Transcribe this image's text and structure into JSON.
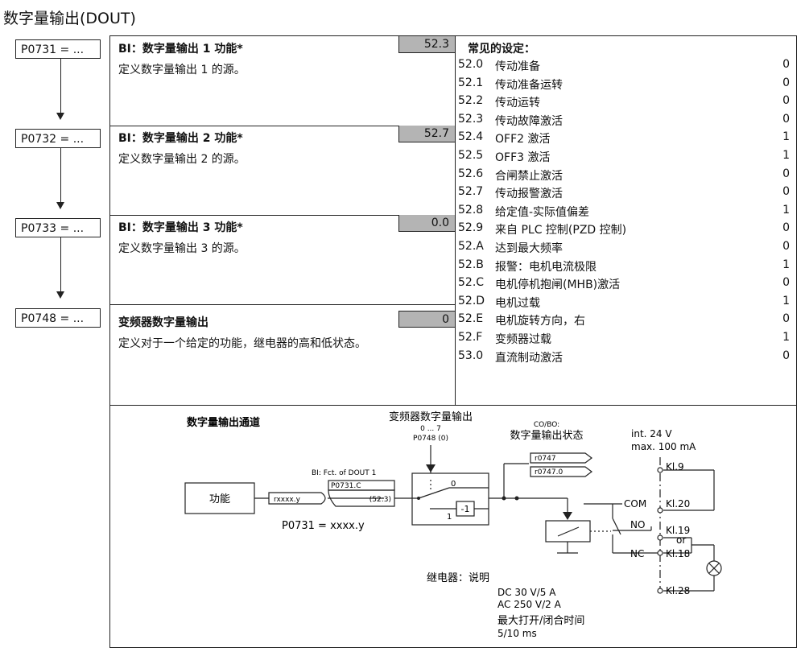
{
  "title": "数字量输出(DOUT)",
  "params": [
    {
      "code": "P0731 = ...",
      "heading": "BI：数字量输出 1 功能*",
      "value": "52.3",
      "desc": "定义数字量输出 1 的源。"
    },
    {
      "code": "P0732 = ...",
      "heading": "BI：数字量输出 2 功能*",
      "value": "52.7",
      "desc": "定义数字量输出 2 的源。"
    },
    {
      "code": "P0733 = ...",
      "heading": "BI：数字量输出 3 功能*",
      "value": "0.0",
      "desc": "定义数字量输出 3 的源。"
    },
    {
      "code": "P0748 = ...",
      "heading": "变频器数字量输出",
      "value": "0",
      "desc": "定义对于一个给定的功能，继电器的高和低状态。"
    }
  ],
  "settings": {
    "title": "常见的设定：",
    "rows": [
      {
        "code": "52.0",
        "desc": "传动准备",
        "val": "0"
      },
      {
        "code": "52.1",
        "desc": "传动准备运转",
        "val": "0"
      },
      {
        "code": "52.2",
        "desc": "传动运转",
        "val": "0"
      },
      {
        "code": "52.3",
        "desc": "传动故障激活",
        "val": "0"
      },
      {
        "code": "52.4",
        "desc": "OFF2 激活",
        "val": "1"
      },
      {
        "code": "52.5",
        "desc": "OFF3 激活",
        "val": "1"
      },
      {
        "code": "52.6",
        "desc": "合闸禁止激活",
        "val": "0"
      },
      {
        "code": "52.7",
        "desc": "传动报警激活",
        "val": "0"
      },
      {
        "code": "52.8",
        "desc": "给定值-实际值偏差",
        "val": "1"
      },
      {
        "code": "52.9",
        "desc": "来自 PLC 控制(PZD 控制)",
        "val": "0"
      },
      {
        "code": "52.A",
        "desc": "达到最大频率",
        "val": "0"
      },
      {
        "code": "52.B",
        "desc": "报警：电机电流极限",
        "val": "1"
      },
      {
        "code": "52.C",
        "desc": "电机停机抱闸(MHB)激活",
        "val": "0"
      },
      {
        "code": "52.D",
        "desc": "电机过载",
        "val": "1"
      },
      {
        "code": "52.E",
        "desc": "电机旋转方向，右",
        "val": "0"
      },
      {
        "code": "52.F",
        "desc": "变频器过载",
        "val": "1"
      },
      {
        "code": "53.0",
        "desc": "直流制动激活",
        "val": "0"
      }
    ]
  },
  "diagram": {
    "title": "数字量输出通道",
    "inv_label1": "变频器数字量输出",
    "inv_label2": "0 ... 7",
    "inv_label3": "P0748 (0)",
    "cobo_label1": "CO/BO:",
    "cobo_label2": "数字量输出状态",
    "r0747": "r0747",
    "r0747_0": "r0747.0",
    "supply1": "int. 24 V",
    "supply2": "max. 100 mA",
    "bi_label": "BI: Fct. of DOUT 1",
    "p0731c": "P0731.C",
    "p0731c_val": "(52:3)",
    "func": "功能",
    "rxxxx": "rxxxx.y",
    "p0731_eq": "P0731 = xxxx.y",
    "sw0": "0",
    "sw1": "1",
    "neg": "-1",
    "kl9": "Kl.9",
    "com": "COM",
    "kl20": "Kl.20",
    "no": "NO",
    "kl19": "Kl.19",
    "or": "or",
    "nc": "NC",
    "kl18": "Kl.18",
    "kl28": "Kl.28",
    "relay_title": "继电器：说明",
    "relay1": "DC 30 V/5 A",
    "relay2": "AC 250 V/2 A",
    "relay3": "最大打开/闭合时间",
    "relay4": "5/10 ms"
  },
  "colors": {
    "value_box": "#b4b4b4",
    "line": "#222222"
  }
}
